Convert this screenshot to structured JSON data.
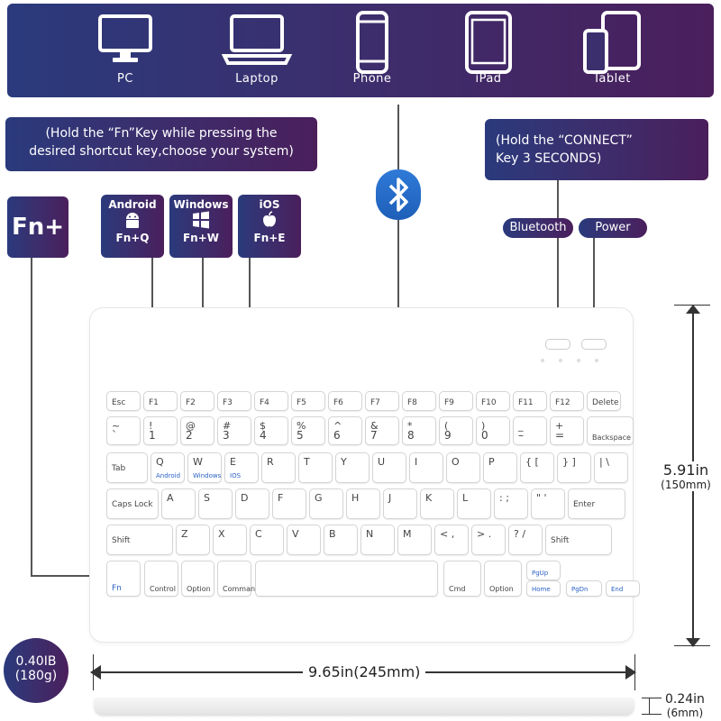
{
  "devices": [
    {
      "label": "PC",
      "icon": "monitor-icon"
    },
    {
      "label": "Laptop",
      "icon": "laptop-icon"
    },
    {
      "label": "Phone",
      "icon": "phone-icon"
    },
    {
      "label": "iPad",
      "icon": "tablet-icon"
    },
    {
      "label": "Tablet",
      "icon": "phone-tablet-icon"
    }
  ],
  "notes": {
    "fn_hint_line1": "(Hold the “Fn”Key while pressing the",
    "fn_hint_line2": "desired shortcut key,choose your system)",
    "connect_hint_line1": "(Hold the “CONNECT”",
    "connect_hint_line2": "Key 3 SECONDS)"
  },
  "fn_badge": "Fn+",
  "systems": [
    {
      "name": "Android",
      "shortcut": "Fn+Q",
      "icon": "android-icon"
    },
    {
      "name": "Windows",
      "shortcut": "Fn+W",
      "icon": "windows-icon"
    },
    {
      "name": "iOS",
      "shortcut": "Fn+E",
      "icon": "apple-icon"
    }
  ],
  "switches": {
    "bluetooth": "Bluetooth",
    "power": "Power"
  },
  "bluetooth_icon": "bluetooth-icon",
  "keyboard": {
    "row1": [
      "Esc",
      "F1",
      "F2",
      "F3",
      "F4",
      "F5",
      "F6",
      "F7",
      "F8",
      "F9",
      "F10",
      "F11",
      "F12",
      "Delete"
    ],
    "row2": [
      [
        "~",
        "`"
      ],
      [
        "!",
        "1"
      ],
      [
        "@",
        "2"
      ],
      [
        "#",
        "3"
      ],
      [
        "$",
        "4"
      ],
      [
        "%",
        "5"
      ],
      [
        "^",
        "6"
      ],
      [
        "&",
        "7"
      ],
      [
        "*",
        "8"
      ],
      [
        "(",
        "9"
      ],
      [
        ")",
        "0"
      ],
      [
        "_",
        "–"
      ],
      [
        "+",
        "="
      ],
      [
        "",
        "Backspace"
      ]
    ],
    "row3": [
      "Tab",
      "Q",
      "W",
      "E",
      "R",
      "T",
      "Y",
      "U",
      "I",
      "O",
      "P",
      "{ [",
      "} ]",
      "| \\"
    ],
    "row3_sub": {
      "Q": "Android",
      "W": "Windows",
      "E": "IOS"
    },
    "row4": [
      "Caps Lock",
      "A",
      "S",
      "D",
      "F",
      "G",
      "H",
      "J",
      "K",
      "L",
      ": ;",
      "\" '",
      "Enter"
    ],
    "row5": [
      "Shift",
      "Z",
      "X",
      "C",
      "V",
      "B",
      "N",
      "M",
      "< ,",
      "> .",
      "? /",
      "Shift"
    ],
    "row6": [
      "Fn",
      "Control",
      "Option",
      "Command",
      "",
      "Cmd",
      "Option",
      "PgUp",
      "Home",
      "PgDn",
      "End"
    ]
  },
  "dimensions": {
    "height_in": "5.91in",
    "height_mm": "(150mm)",
    "width": "9.65in(245mm)",
    "thickness_in": "0.24in",
    "thickness_mm": "(6mm)"
  },
  "weight": {
    "line1": "0.40IB",
    "line2": "(180g)"
  },
  "colors": {
    "banner_start": "#2a3a7c",
    "banner_end": "#4a1f5c",
    "key_blue": "#2a61c4"
  }
}
